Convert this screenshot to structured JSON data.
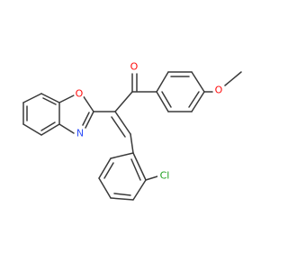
{
  "molecule": {
    "atoms": {
      "carbonyl_oxygen": {
        "label": "O",
        "color": "#ff0d0d"
      },
      "methoxy_oxygen": {
        "label": "O",
        "color": "#ff0d0d"
      },
      "oxazole_oxygen": {
        "label": "O",
        "color": "#ff0d0d"
      },
      "oxazole_nitrogen": {
        "label": "N",
        "color": "#3050f8"
      },
      "chlorine": {
        "label": "Cl",
        "color": "#1fa01f"
      }
    },
    "bond_color": "#3a3a3a",
    "background": "#ffffff"
  }
}
